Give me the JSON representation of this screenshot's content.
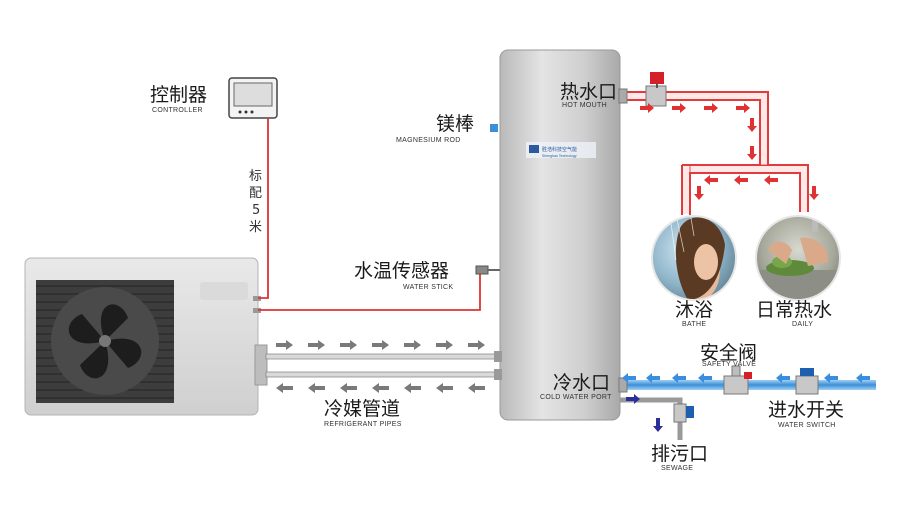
{
  "labels": {
    "controller_zh": "控制器",
    "controller_en": "CONTROLLER",
    "cable_length": [
      "标",
      "配",
      "5",
      "米"
    ],
    "magnesium_zh": "镁棒",
    "magnesium_en": "MAGNESIUM ROD",
    "water_stick_zh": "水温传感器",
    "water_stick_en": "WATER STICK",
    "refrigerant_zh": "冷媒管道",
    "refrigerant_en": "REFRIGERANT PIPES",
    "hot_mouth_zh": "热水口",
    "hot_mouth_en": "HOT MOUTH",
    "cold_port_zh": "冷水口",
    "cold_port_en": "COLD WATER PORT",
    "bathe_zh": "沐浴",
    "bathe_en": "BATHE",
    "daily_zh": "日常热水",
    "daily_en": "DAILY",
    "safety_valve_zh": "安全阀",
    "safety_valve_en": "SAFETY VALVE",
    "water_switch_zh": "进水开关",
    "water_switch_en": "WATER SWITCH",
    "sewage_zh": "排污口",
    "sewage_en": "SEWAGE",
    "tank_logo_cn": "胜浩科技空气能",
    "tank_logo_en": "Shenghao Technology"
  },
  "colors": {
    "hot_pipe": "#e23b3b",
    "cold_pipe": "#3d8fd6",
    "flow_arrow_hot": "#e03232",
    "flow_arrow_cold": "#3a8ee0",
    "refrigerant_arrow": "#7a7a7a",
    "tank": "#c9c9c9",
    "valve_red": "#d5202a",
    "valve_blue": "#1e5fb0",
    "sewage_arrow": "#2b2f9a"
  }
}
